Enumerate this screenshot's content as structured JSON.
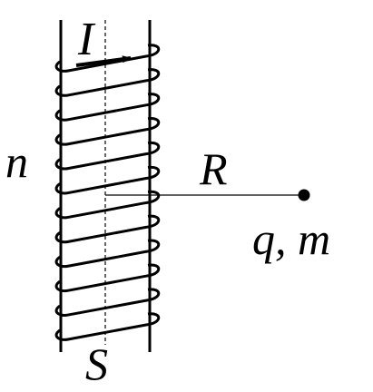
{
  "labels": {
    "current": "I",
    "turn_density": "n",
    "distance": "R",
    "charge_mass": "q, m",
    "area": "S"
  },
  "coil": {
    "turns": 12
  },
  "colors": {
    "ink": "#000000",
    "background": "#ffffff"
  }
}
